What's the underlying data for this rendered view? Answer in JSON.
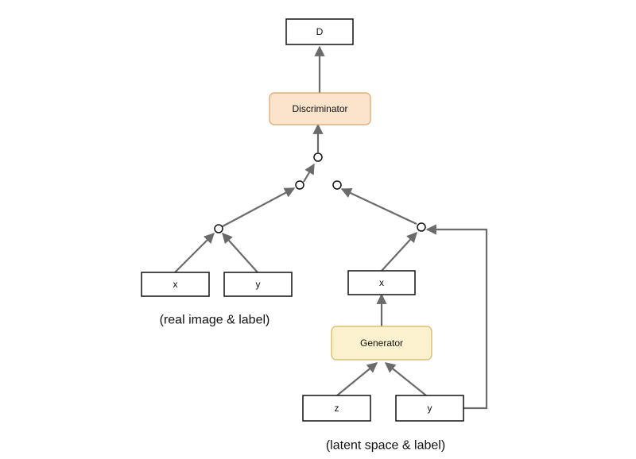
{
  "nodes": {
    "d": "D",
    "discriminator": "Discriminator",
    "real_x": "x",
    "real_y": "y",
    "fake_x": "x",
    "generator": "Generator",
    "z": "z",
    "gen_y": "y"
  },
  "captions": {
    "real": "(real image & label)",
    "latent": "(latent space & label)"
  }
}
